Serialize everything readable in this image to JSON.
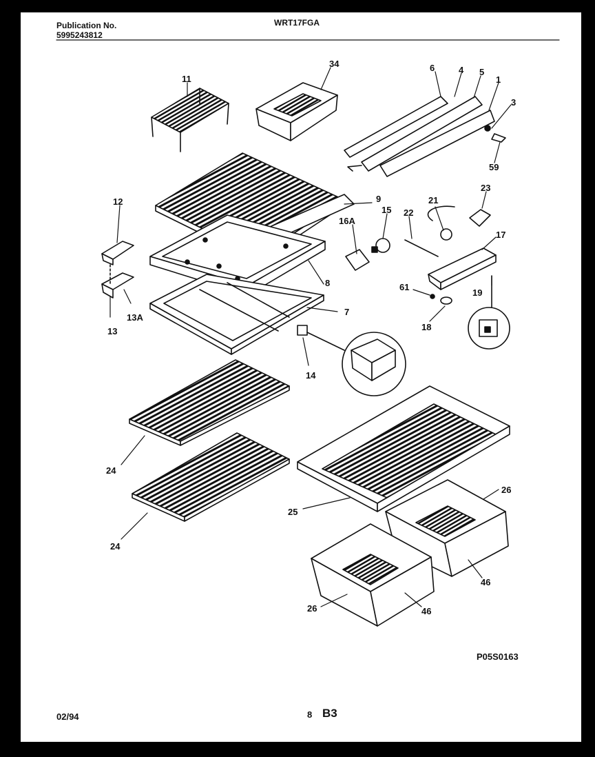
{
  "header": {
    "publication_label": "Publication No.",
    "publication_number": "5995243812",
    "model": "WRT17FGA"
  },
  "callouts": {
    "c11": "11",
    "c34": "34",
    "c6": "6",
    "c4": "4",
    "c5": "5",
    "c1": "1",
    "c3": "3",
    "c59": "59",
    "c9": "9",
    "c12": "12",
    "c16A": "16A",
    "c15": "15",
    "c22": "22",
    "c21": "21",
    "c23": "23",
    "c17": "17",
    "c8": "8",
    "c61": "61",
    "c19": "19",
    "c13": "13",
    "c13A": "13A",
    "c7": "7",
    "c18": "18",
    "c14": "14",
    "c24a": "24",
    "c24b": "24",
    "c26a": "26",
    "c25": "25",
    "c46a": "46",
    "c26b": "26",
    "c46b": "46"
  },
  "diagram_code": "P05S0163",
  "footer": {
    "date": "02/94",
    "page_num": "8",
    "page_code": "B3"
  }
}
